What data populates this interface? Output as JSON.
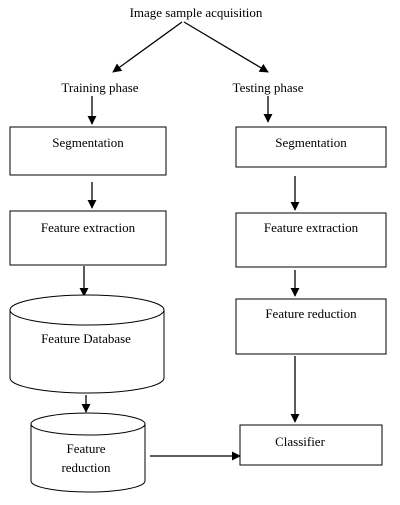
{
  "title": "Image sample acquisition",
  "training": {
    "phase_label": "Training phase",
    "segmentation": "Segmentation",
    "feature_extraction": "Feature extraction",
    "database": "Feature Database",
    "reduction_line1": "Feature",
    "reduction_line2": "reduction"
  },
  "testing": {
    "phase_label": "Testing phase",
    "segmentation": "Segmentation",
    "feature_extraction": "Feature extraction",
    "feature_reduction": "Feature reduction",
    "classifier": "Classifier"
  }
}
